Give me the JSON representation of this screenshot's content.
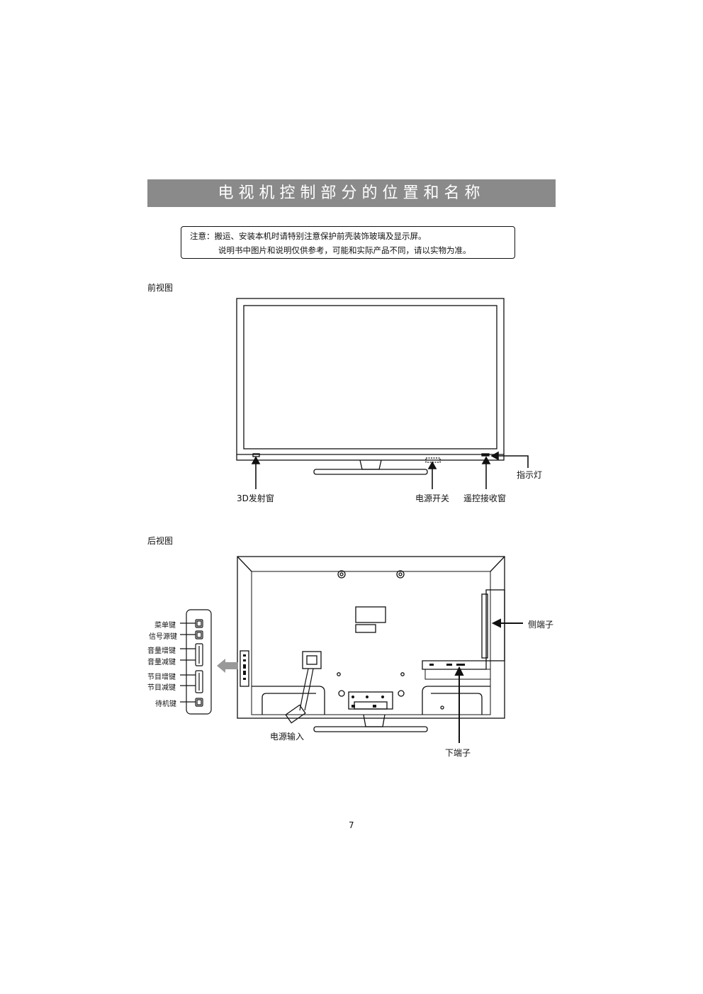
{
  "page": {
    "title": "电视机控制部分的位置和名称",
    "notice": {
      "line1": "注意：搬运、安装本机时请特别注意保护前壳装饰玻璃及显示屏。",
      "line2": "说明书中图片和说明仅供参考，可能和实际产品不同，请以实物为准。"
    },
    "page_number": "7"
  },
  "front_view": {
    "heading": "前视图",
    "labels": {
      "emitter_3d": "3D发射窗",
      "power_switch": "电源开关",
      "remote_receiver": "遥控接收窗",
      "indicator": "指示灯"
    }
  },
  "rear_view": {
    "heading": "后视图",
    "labels": {
      "side_terminals": "侧端子",
      "bottom_terminals": "下端子",
      "power_input": "电源输入"
    },
    "side_keys": [
      "菜单键",
      "信号源键",
      "音量增键",
      "音量减键",
      "节目增键",
      "节目减键",
      "待机键"
    ]
  }
}
